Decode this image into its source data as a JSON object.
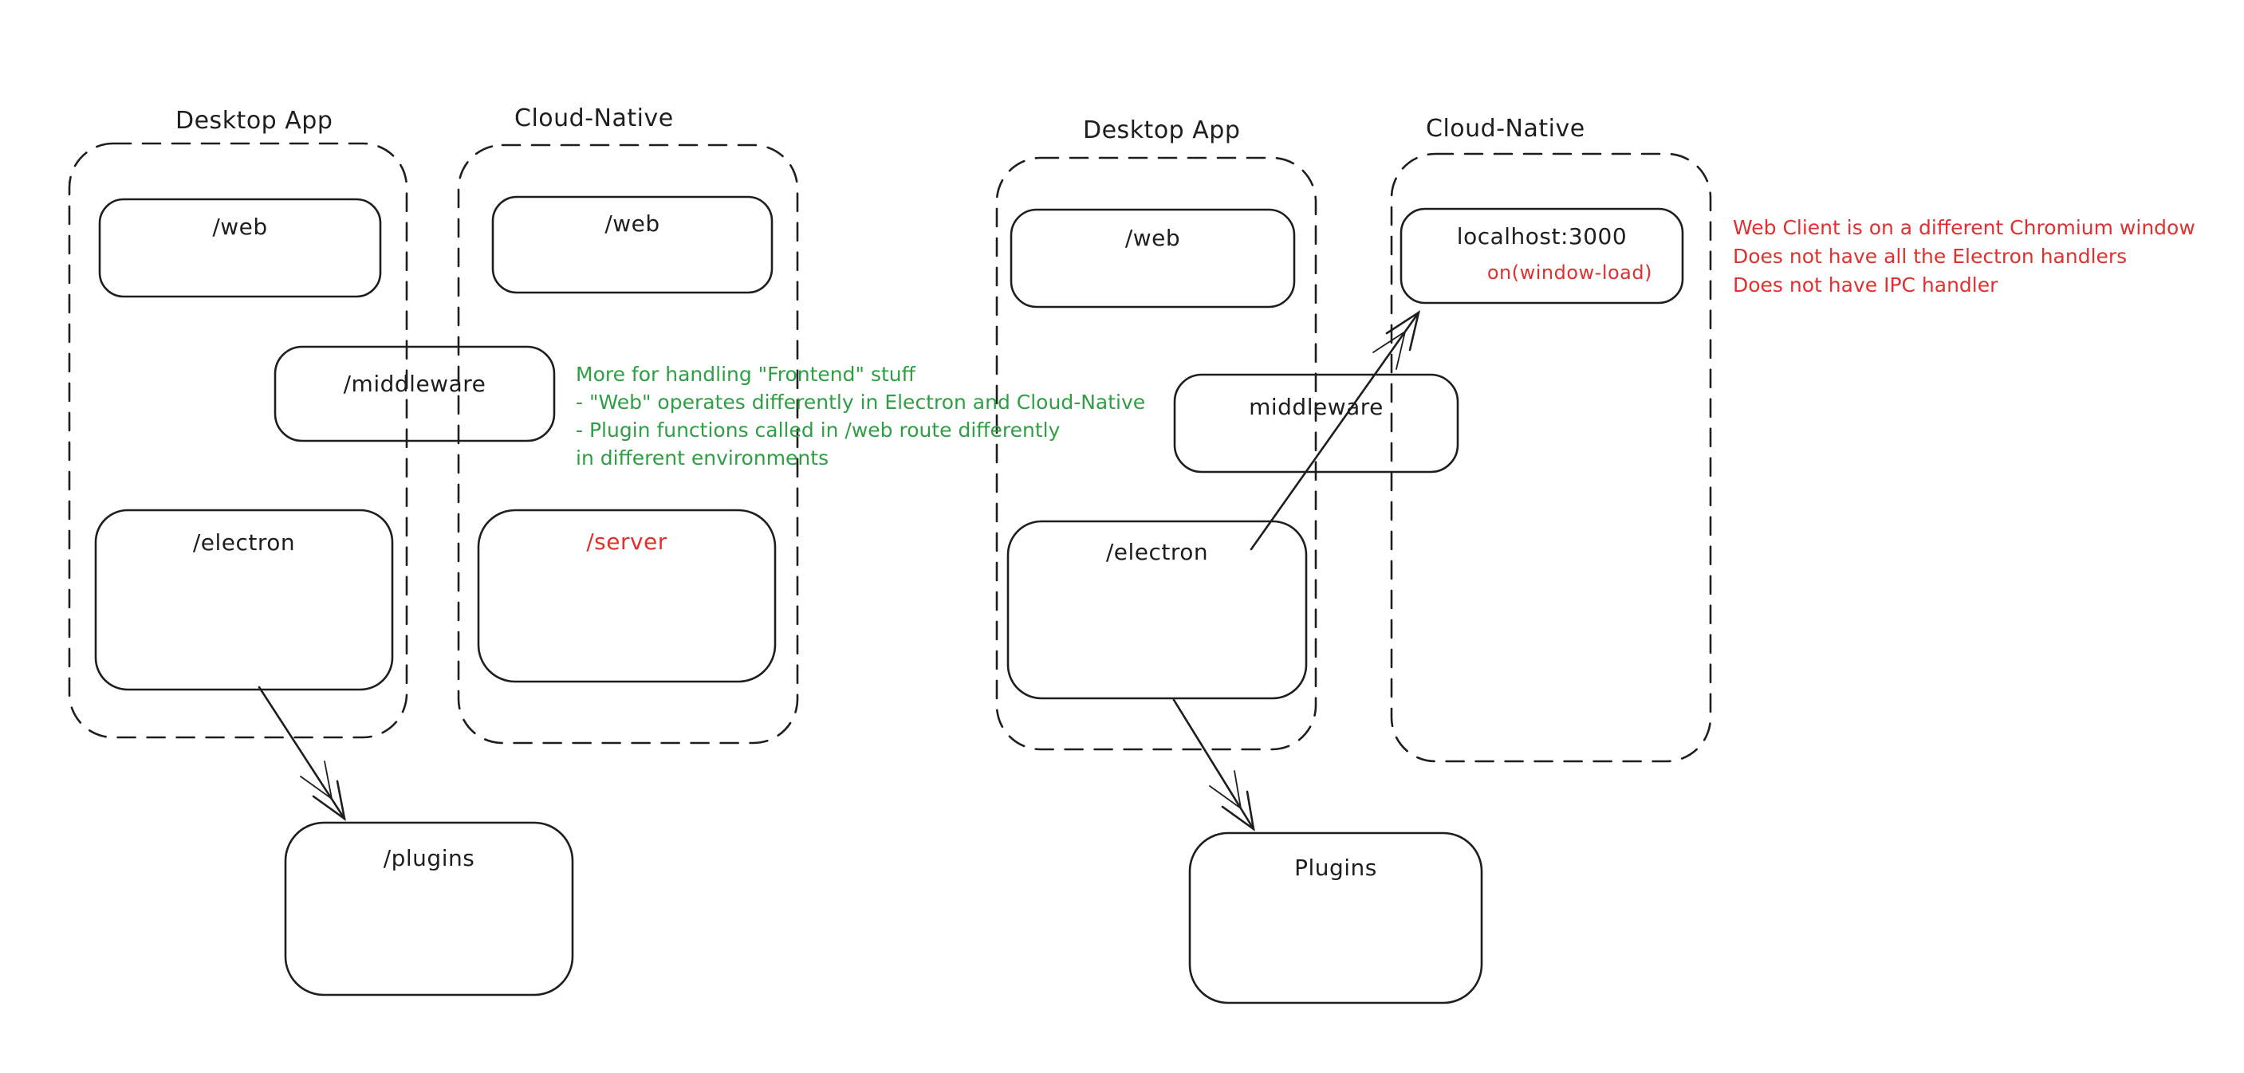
{
  "colors": {
    "ink": "#1e1e1e",
    "red": "#e03131",
    "green": "#2f9e44",
    "background": "#ffffff"
  },
  "left": {
    "desktop": {
      "title": "Desktop App",
      "web": "/web",
      "middleware": "/middleware",
      "electron": "/electron"
    },
    "cloud": {
      "title": "Cloud-Native",
      "web": "/web",
      "server": "/server"
    },
    "plugins": "/plugins",
    "note_lines": [
      "More for handling \"Frontend\" stuff",
      "- \"Web\" operates differently in Electron and Cloud-Native",
      "- Plugin functions called in /web route differently",
      "in different environments"
    ]
  },
  "right": {
    "desktop": {
      "title": "Desktop App",
      "web": "/web",
      "middleware": "middleware",
      "electron": "/electron"
    },
    "cloud": {
      "title": "Cloud-Native",
      "localhost_title": "localhost:3000",
      "localhost_event": "on(window-load)"
    },
    "plugins": "Plugins",
    "note_lines": [
      "Web Client is on a different Chromium window",
      "Does not have all the Electron handlers",
      "Does not have IPC handler"
    ]
  }
}
